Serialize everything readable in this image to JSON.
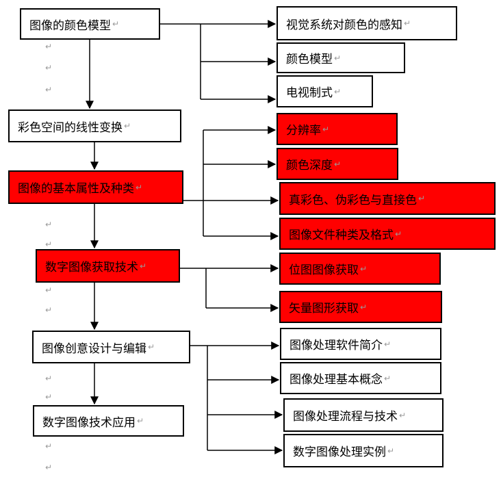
{
  "nodes": {
    "n_model": "图像的颜色模型",
    "n_perception": "视觉系统对颜色的感知",
    "n_colormodel": "颜色模型",
    "n_tvsystem": "电视制式",
    "n_linear": "彩色空间的线性变换",
    "n_resolution": "分辨率",
    "n_depth": "颜色深度",
    "n_truecolor": "真彩色、伪彩色与直接色",
    "n_basic": "图像的基本属性及种类",
    "n_fileformat": "图像文件种类及格式",
    "n_acquisition": "数字图像获取技术",
    "n_bitmap": "位图图像获取",
    "n_vector": "矢量图形获取",
    "n_design": "图像创意设计与编辑",
    "n_software": "图像处理软件简介",
    "n_concepts": "图像处理基本概念",
    "n_process": "图像处理流程与技术",
    "n_application": "数字图像技术应用",
    "n_examples": "数字图像处理实例"
  },
  "paragraph_mark": "↵",
  "colors": {
    "highlight": "#ff0000",
    "line": "#000000",
    "mark": "#9a9a9a"
  }
}
